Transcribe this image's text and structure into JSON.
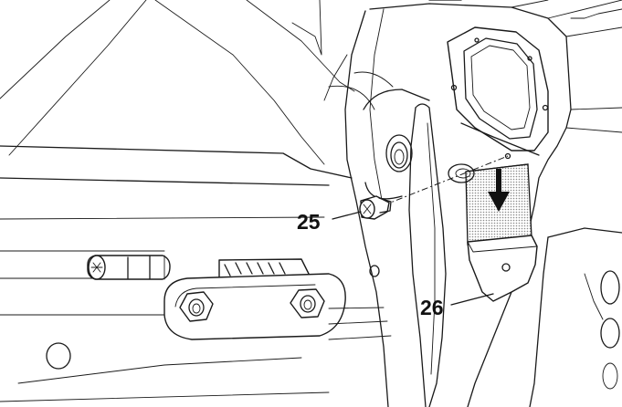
{
  "callouts": [
    {
      "id": "25",
      "text": "25"
    },
    {
      "id": "26",
      "text": "26"
    }
  ],
  "colors": {
    "line": "#1a1a1a",
    "background": "#ffffff",
    "mesh": "#9a9a9a"
  },
  "icons": {
    "arrow": "down-arrow-icon",
    "screw": "screw-icon"
  }
}
